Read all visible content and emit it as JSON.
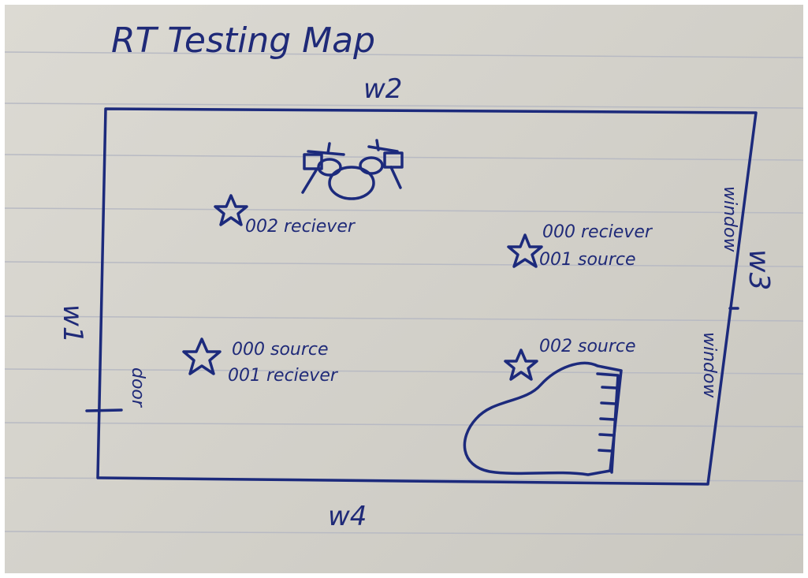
{
  "title": "RT Testing Map",
  "walls": {
    "w1": "w1",
    "w2": "w2",
    "w3": "w3",
    "w4": "w4"
  },
  "labels": {
    "door": "door",
    "window_upper": "window",
    "window_lower": "window",
    "upper_left_star": "002 reciever",
    "upper_right_star_line1": "000 reciever",
    "upper_right_star_line2": "001 source",
    "lower_left_star_line1": "000 source",
    "lower_left_star_line2": "001 reciever",
    "lower_right_star": "002 source"
  },
  "colors": {
    "ink": "#1c2a7c",
    "paper": "#d6d4cd",
    "rule_line": "#b7b9c4"
  },
  "icons": [
    "star-icon",
    "drum-kit-icon",
    "grand-piano-icon"
  ]
}
